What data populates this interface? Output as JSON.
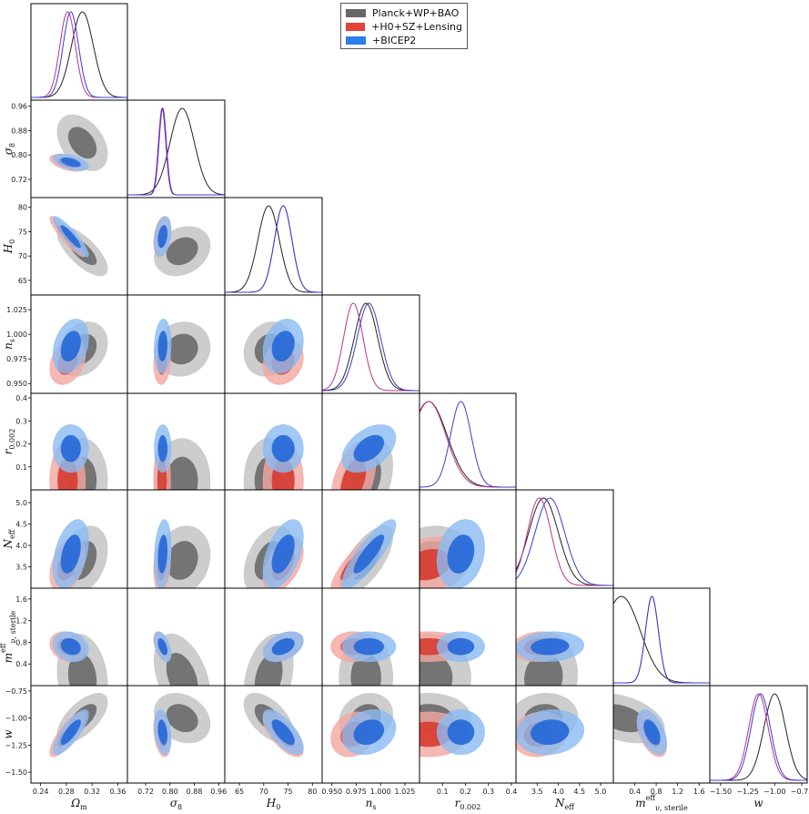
{
  "colors": {
    "planck": "#555555",
    "sz": "#e3423b",
    "bicep": "#2b7de9",
    "line_bicep": "#3b3bd0",
    "line_sz": "#c0308a"
  },
  "legend": [
    {
      "label": "Planck+WP+BAO",
      "color": "#666666"
    },
    {
      "label": "+H0+SZ+Lensing",
      "color": "#e3423b"
    },
    {
      "label": "+BICEP2",
      "color": "#2b7de9"
    }
  ],
  "chart_data": {
    "type": "scatter",
    "subtype": "triangle-corner-plot",
    "series": [
      {
        "name": "Planck+WP+BAO"
      },
      {
        "name": "+H0+SZ+Lensing"
      },
      {
        "name": "+BICEP2"
      }
    ],
    "parameters": [
      {
        "sym": "Ω",
        "sub": "m",
        "range": [
          0.225,
          0.375
        ],
        "ticks": [
          "0.24",
          "0.28",
          "0.32",
          "0.36"
        ],
        "tickvals": [
          0.24,
          0.28,
          0.32,
          0.36
        ],
        "mean": {
          "planck": 0.305,
          "sz": 0.282,
          "bicep": 0.287
        },
        "sd": {
          "planck": 0.017,
          "sz": 0.012,
          "bicep": 0.012
        }
      },
      {
        "sym": "σ",
        "sub": "8",
        "range": [
          0.66,
          0.98
        ],
        "ticks": [
          "0.72",
          "0.80",
          "0.88",
          "0.96"
        ],
        "tickvals": [
          0.72,
          0.8,
          0.88,
          0.96
        ],
        "mean": {
          "planck": 0.84,
          "sz": 0.774,
          "bicep": 0.776
        },
        "sd": {
          "planck": 0.04,
          "sz": 0.012,
          "bicep": 0.012
        }
      },
      {
        "sym": "H",
        "sub": "0",
        "range": [
          62,
          82
        ],
        "ticks": [
          "65",
          "70",
          "75",
          "80"
        ],
        "tickvals": [
          65,
          70,
          75,
          80
        ],
        "mean": {
          "planck": 71,
          "sz": 74,
          "bicep": 74
        },
        "sd": {
          "planck": 2.2,
          "sz": 1.8,
          "bicep": 1.8
        }
      },
      {
        "sym": "n",
        "sub": "s",
        "range": [
          0.94,
          1.04
        ],
        "ticks": [
          "0.950",
          "0.975",
          "1.000",
          "1.025"
        ],
        "tickvals": [
          0.95,
          0.975,
          1.0,
          1.025
        ],
        "mean": {
          "planck": 0.985,
          "sz": 0.972,
          "bicep": 0.988
        },
        "sd": {
          "planck": 0.012,
          "sz": 0.01,
          "bicep": 0.012
        }
      },
      {
        "sym": "r",
        "sub": "0.002",
        "range": [
          0.0,
          0.42
        ],
        "ticks": [
          "0.1",
          "0.2",
          "0.3",
          "0.4"
        ],
        "tickvals": [
          0.1,
          0.2,
          0.3,
          0.4
        ],
        "mean": {
          "planck": 0.04,
          "sz": 0.04,
          "bicep": 0.18
        },
        "sd": {
          "planck": 0.08,
          "sz": 0.075,
          "bicep": 0.045
        }
      },
      {
        "sym": "N",
        "sub": "eff",
        "range": [
          3.0,
          5.3
        ],
        "ticks": [
          "3.5",
          "4.0",
          "4.5",
          "5.0"
        ],
        "tickvals": [
          3.5,
          4.0,
          4.5,
          5.0
        ],
        "mean": {
          "planck": 3.65,
          "sz": 3.55,
          "bicep": 3.8
        },
        "sd": {
          "planck": 0.35,
          "sz": 0.28,
          "bicep": 0.35
        }
      },
      {
        "sym": "m",
        "sub": "ν, sterile",
        "sup": "eff",
        "range": [
          0.0,
          1.8
        ],
        "ticks": [
          "0.4",
          "0.8",
          "1.2",
          "1.6"
        ],
        "tickvals": [
          0.4,
          0.8,
          1.2,
          1.6
        ],
        "mean": {
          "planck": 0.15,
          "sz": 0.72,
          "bicep": 0.72
        },
        "sd": {
          "planck": 0.35,
          "sz": 0.12,
          "bicep": 0.12
        }
      },
      {
        "sym": "w",
        "sub": "",
        "range": [
          -1.6,
          -0.7
        ],
        "ticks": [
          "−1.50",
          "−1.25",
          "−1.00",
          "−0.75"
        ],
        "tickvals": [
          -1.5,
          -1.25,
          -1.0,
          -0.75
        ],
        "mean": {
          "planck": -1.0,
          "sz": -1.15,
          "bicep": -1.13
        },
        "sd": {
          "planck": 0.1,
          "sz": 0.09,
          "bicep": 0.09
        }
      }
    ]
  }
}
